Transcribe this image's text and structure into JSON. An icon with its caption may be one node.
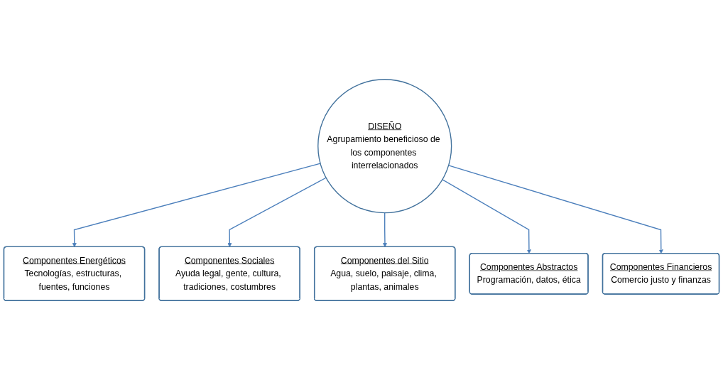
{
  "diagram": {
    "nodes": [
      {
        "text": [
          "Componentes Energéticos",
          "Tecnologías, estructuras, fuentes, funciones"
        ]
      },
      {
        "text": [
          "Componentes Sociales",
          "Ayuda legal, gente, cultura, tradiciones, costumbres"
        ]
      },
      {
        "text": [
          "DISEÑO",
          "Agrupamiento beneficioso de los componentes interrelacionados"
        ]
      },
      {
        "text": [
          "Componentes del Sitio",
          "Agua, suelo, paisaje, clima, plantas, animales"
        ]
      },
      {
        "text": [
          "Componentes Abstractos",
          "Programación, datos, ética"
        ]
      },
      {
        "text": [
          "Componentes Financieros",
          "Comercio justo y finanzas"
        ]
      }
    ],
    "edges": [
      {
        "from": 2,
        "to": 0,
        "arrow": "to"
      },
      {
        "from": 2,
        "to": 1,
        "arrow": "to"
      },
      {
        "from": 2,
        "to": 3,
        "arrow": "to"
      },
      {
        "from": 2,
        "to": 4,
        "arrow": "to"
      },
      {
        "from": 2,
        "to": 5,
        "arrow": "to"
      }
    ]
  }
}
